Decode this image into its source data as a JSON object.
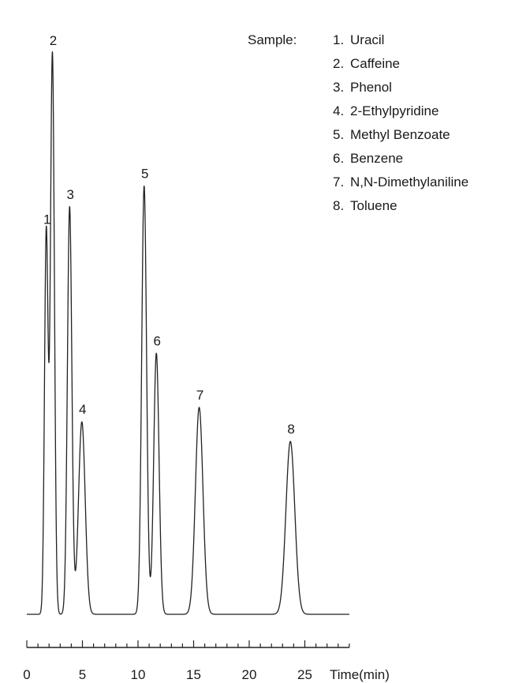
{
  "chart_data": {
    "type": "line",
    "title": "",
    "xlabel": "Time(min)",
    "ylabel": "",
    "xlim": [
      0,
      29
    ],
    "ylim": [
      0,
      100
    ],
    "x_ticks": [
      0,
      5,
      10,
      15,
      20,
      25
    ],
    "minor_tick_step": 1,
    "grid": false,
    "series": [
      {
        "values": [
          {
            "t": 0.0,
            "signal": 0.8
          },
          {
            "t": 1.5,
            "signal": 0.8
          },
          {
            "t": 1.75,
            "signal": 67.2
          },
          {
            "t": 2.3,
            "signal": 98.2
          },
          {
            "t": 3.85,
            "signal": 71.5
          },
          {
            "t": 4.95,
            "signal": 34.2
          },
          {
            "t": 10.55,
            "signal": 75.1
          },
          {
            "t": 11.65,
            "signal": 46.1
          },
          {
            "t": 15.5,
            "signal": 36.7
          },
          {
            "t": 23.7,
            "signal": 30.8
          },
          {
            "t": 29.0,
            "signal": 0.8
          }
        ]
      }
    ],
    "peaks": [
      {
        "label": "1",
        "time": 1.75,
        "height": 67.2,
        "width": 0.16
      },
      {
        "label": "2",
        "time": 2.3,
        "height": 98.2,
        "width": 0.18
      },
      {
        "label": "3",
        "time": 3.85,
        "height": 71.5,
        "width": 0.2
      },
      {
        "label": "4",
        "time": 4.95,
        "height": 34.2,
        "width": 0.3
      },
      {
        "label": "5",
        "time": 10.55,
        "height": 75.1,
        "width": 0.22
      },
      {
        "label": "6",
        "time": 11.65,
        "height": 46.1,
        "width": 0.24
      },
      {
        "label": "7",
        "time": 15.5,
        "height": 36.7,
        "width": 0.34
      },
      {
        "label": "8",
        "time": 23.7,
        "height": 30.8,
        "width": 0.4
      }
    ],
    "baseline": 0.8,
    "legend": {
      "heading": "Sample:",
      "placement": "top-right",
      "entries": [
        {
          "num": "1.",
          "name": "Uracil"
        },
        {
          "num": "2.",
          "name": "Caffeine"
        },
        {
          "num": "3.",
          "name": "Phenol"
        },
        {
          "num": "4.",
          "name": "2-Ethylpyridine"
        },
        {
          "num": "5.",
          "name": "Methyl Benzoate"
        },
        {
          "num": "6.",
          "name": "Benzene"
        },
        {
          "num": "7.",
          "name": "N,N-Dimethylaniline"
        },
        {
          "num": "8.",
          "name": "Toluene"
        }
      ]
    },
    "colors": {
      "trace": "#222222",
      "axis": "#222222",
      "text": "#1a1a1a"
    }
  }
}
